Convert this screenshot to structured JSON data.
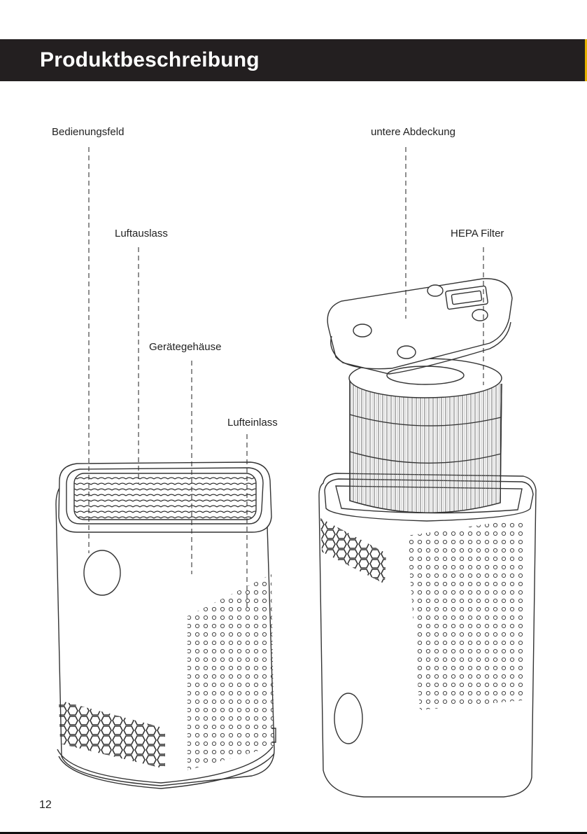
{
  "header": {
    "title": "Produktbeschreibung"
  },
  "labels": {
    "control_panel": "Bedienungsfeld",
    "air_outlet": "Luftauslass",
    "housing": "Gerätegehäuse",
    "air_inlet": "Lufteinlass",
    "bottom_cover": "untere Abdeckung",
    "hepa_filter": "HEPA Filter"
  },
  "footer": {
    "page_number": "12"
  },
  "colors": {
    "header_bg": "#231f20",
    "header_accent": "#e4b100",
    "line_art": "#333333"
  }
}
